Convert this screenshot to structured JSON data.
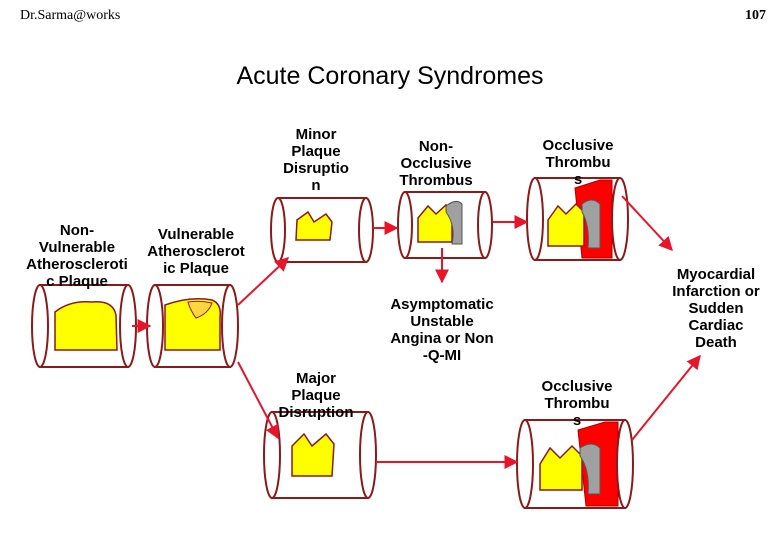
{
  "header": {
    "author": "Dr.Sarma@works",
    "page_number": "107"
  },
  "title": "Acute Coronary Syndromes",
  "nodes": {
    "non_vulnerable": "Non-\nVulnerable\nAtheroscleroti\nc Plaque",
    "vulnerable": "Vulnerable\nAtherosclerot\nic Plaque",
    "minor_disruption": "Minor\nPlaque\nDisruptio\nn",
    "non_occlusive": "Non-\nOcclusive\nThrombus",
    "occlusive_top": "Occlusive\nThrombu\ns",
    "asymptomatic": "Asymptomatic\nUnstable\nAngina or Non\n-Q-MI",
    "myocardial": "Myocardial\nInfarction  or\nSudden\nCardiac\nDeath",
    "major_disruption": "Major\nPlaque\nDisruption",
    "occlusive_bottom": "Occlusive\nThrombu\ns"
  },
  "colors": {
    "vessel": "#8b1a1a",
    "plaque": "#ffff00",
    "thrombus": "#ff0000",
    "thrombus_core": "#a0a0a0",
    "arrow": "#e8142a"
  }
}
